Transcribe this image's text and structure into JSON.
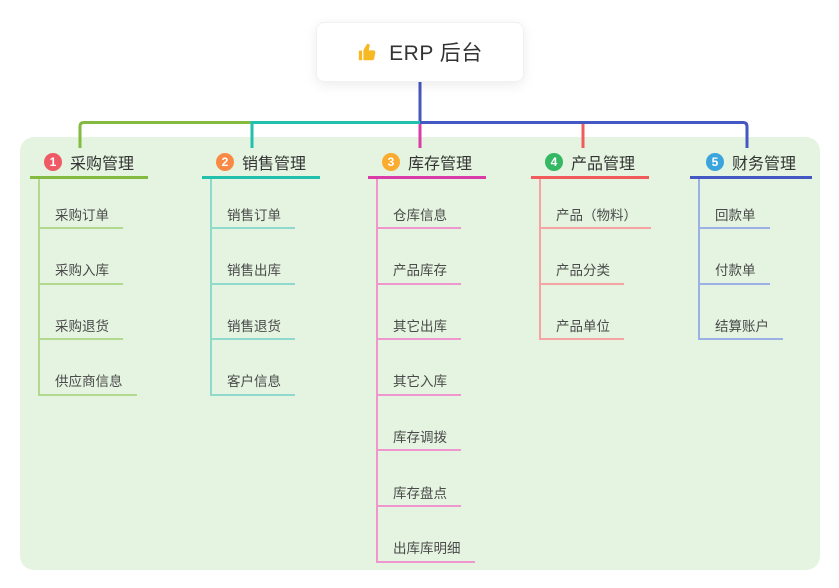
{
  "root": {
    "icon": "thumbs-up-icon",
    "label": "ERP 后台"
  },
  "branches": [
    {
      "number": "1",
      "label": "采购管理",
      "badge_color": "#ee5b66",
      "line_color": "#85ba40",
      "child_line_color": "#b3d98e",
      "children": [
        "采购订单",
        "采购入库",
        "采购退货",
        "供应商信息"
      ]
    },
    {
      "number": "2",
      "label": "销售管理",
      "badge_color": "#f98a45",
      "line_color": "#22c1ad",
      "child_line_color": "#8fd9cd",
      "children": [
        "销售订单",
        "销售出库",
        "销售退货",
        "客户信息"
      ]
    },
    {
      "number": "3",
      "label": "库存管理",
      "badge_color": "#fbab2e",
      "line_color": "#d93ba8",
      "child_line_color": "#f096cf",
      "children": [
        "仓库信息",
        "产品库存",
        "其它出库",
        "其它入库",
        "库存调拨",
        "库存盘点",
        "出库库明细"
      ]
    },
    {
      "number": "4",
      "label": "产品管理",
      "badge_color": "#35b863",
      "line_color": "#f15b5b",
      "child_line_color": "#f5a3a3",
      "children": [
        "产品（物料）",
        "产品分类",
        "产品单位"
      ]
    },
    {
      "number": "5",
      "label": "财务管理",
      "badge_color": "#3aa4dc",
      "line_color": "#4457c2",
      "child_line_color": "#9bb0e4",
      "children": [
        "回款单",
        "付款单",
        "结算账户"
      ]
    }
  ],
  "colors": {
    "canvas_bg": "#ffffff",
    "panel_bg": "#e4f4e0",
    "root_line": "#4457c2",
    "icon_color": "#f7b923"
  }
}
